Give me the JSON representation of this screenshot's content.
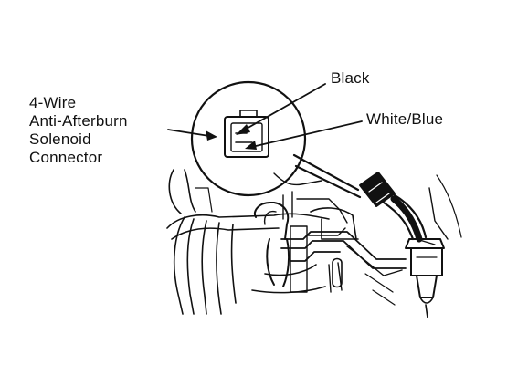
{
  "callouts": {
    "connector_lines": [
      "4-Wire",
      "Anti-Afterburn",
      "Solenoid",
      "Connector"
    ],
    "black_wire": "Black",
    "white_blue_wire": "White/Blue"
  },
  "colors": {
    "ink": "#111111",
    "background": "#ffffff"
  }
}
